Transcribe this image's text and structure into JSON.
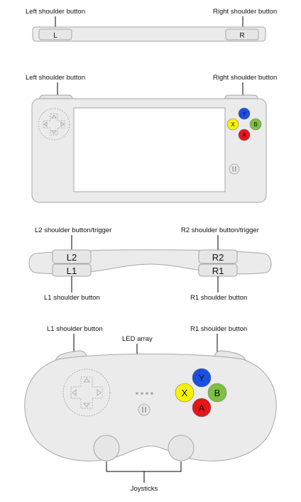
{
  "diagram1": {
    "left_label": "Left shoulder button",
    "right_label": "Right shoulder button",
    "left_button": "L",
    "right_button": "R"
  },
  "diagram2": {
    "left_label": "Left shoulder button",
    "right_label": "Right shoulder button",
    "face_buttons": {
      "y": "Y",
      "x": "X",
      "b": "B",
      "a": "A"
    }
  },
  "diagram3": {
    "l2_label": "L2 shoulder button/trigger",
    "r2_label": "R2 shoulder button/trigger",
    "l1_label": "L1 shoulder button",
    "r1_label": "R1 shoulder button",
    "buttons": {
      "l2": "L2",
      "l1": "L1",
      "r2": "R2",
      "r1": "R1"
    }
  },
  "diagram4": {
    "l1_label": "L1 shoulder button",
    "r1_label": "R1 shoulder button",
    "led_label": "LED array",
    "joysticks_label": "Joysticks",
    "face_buttons": {
      "y": "Y",
      "x": "X",
      "b": "B",
      "a": "A"
    }
  },
  "colors": {
    "y": "#1a4fe0",
    "x": "#f6f200",
    "b": "#7ec043",
    "a": "#e8151b"
  }
}
